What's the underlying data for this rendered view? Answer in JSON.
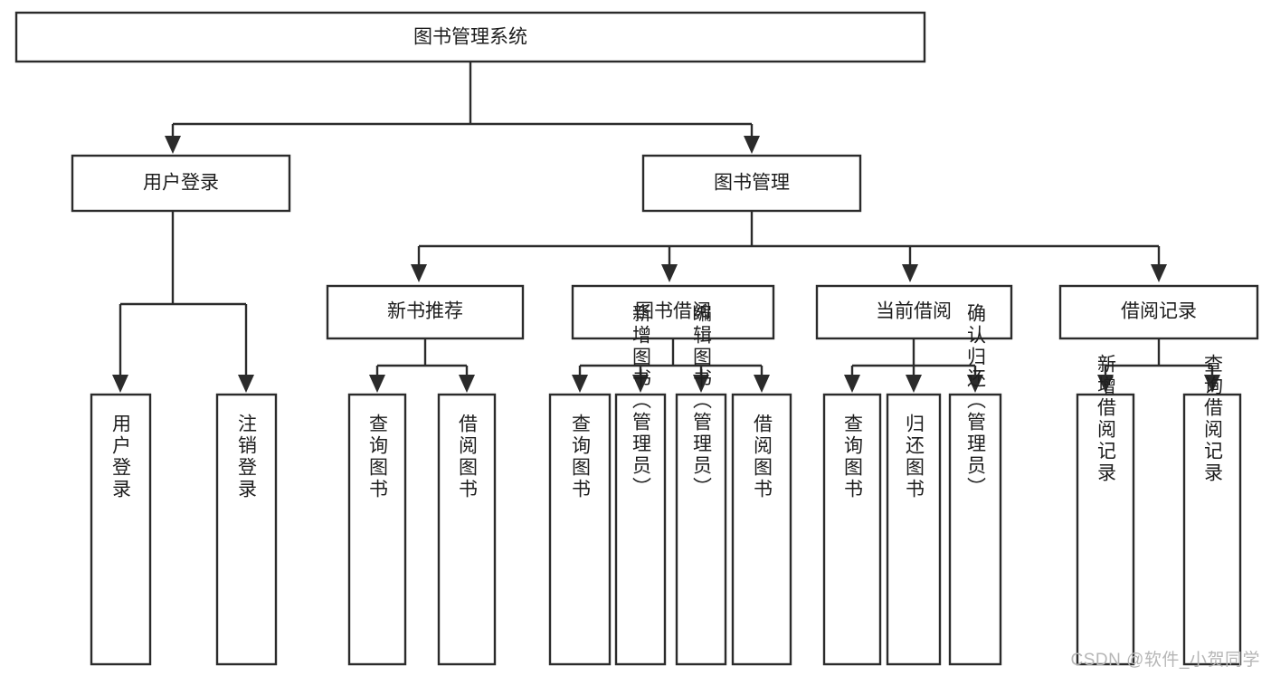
{
  "diagram": {
    "type": "tree",
    "title": "图书管理系统",
    "watermark": "CSDN @软件_小贺同学",
    "colors": {
      "box_stroke": "#2b2b2b",
      "box_fill": "#ffffff",
      "text": "#1d1d1d",
      "connector": "#2b2b2b",
      "watermark": "#b6b6b6",
      "background": "#ffffff"
    },
    "root": {
      "label": "图书管理系统"
    },
    "level2": [
      {
        "label": "用户登录"
      },
      {
        "label": "图书管理"
      }
    ],
    "level3": [
      {
        "label": "新书推荐"
      },
      {
        "label": "图书借阅"
      },
      {
        "label": "当前借阅"
      },
      {
        "label": "借阅记录"
      }
    ],
    "leaves": [
      {
        "label": "用户登录",
        "parent": "用户登录"
      },
      {
        "label": "注销登录",
        "parent": "用户登录"
      },
      {
        "label": "查询图书",
        "parent": "新书推荐"
      },
      {
        "label": "借阅图书",
        "parent": "新书推荐"
      },
      {
        "label": "查询图书",
        "parent": "图书借阅"
      },
      {
        "label": "新增图书（管理员）",
        "parent": "图书借阅"
      },
      {
        "label": "编辑图书（管理员）",
        "parent": "图书借阅"
      },
      {
        "label": "借阅图书",
        "parent": "图书借阅"
      },
      {
        "label": "查询图书",
        "parent": "当前借阅"
      },
      {
        "label": "归还图书",
        "parent": "当前借阅"
      },
      {
        "label": "确认归还（管理员）",
        "parent": "当前借阅"
      },
      {
        "label": "新增借阅记录",
        "parent": "借阅记录"
      },
      {
        "label": "查询借阅记录",
        "parent": "借阅记录"
      }
    ]
  }
}
